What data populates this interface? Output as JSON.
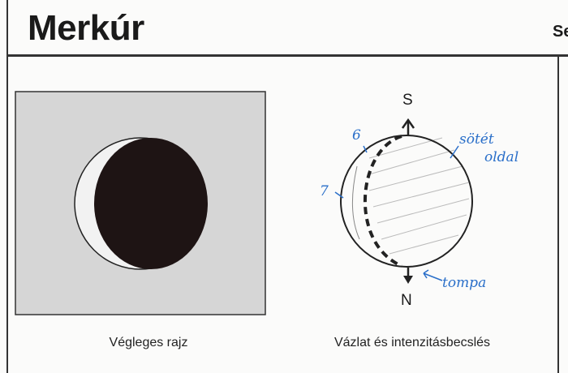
{
  "header": {
    "title": "Merkúr",
    "right_text_cut": "Se"
  },
  "panels": [
    {
      "caption": "Végleges rajz"
    },
    {
      "caption": "Vázlat és intenzitásbecslés",
      "direction_top": "S",
      "direction_bottom": "N",
      "annotations": {
        "point_6": "6",
        "point_7": "7",
        "dark_side_line1": "sötét",
        "dark_side_line2": "oldal",
        "blunt": "tompa"
      }
    }
  ],
  "colors": {
    "ink": "#1a1a1a",
    "handwriting": "#2a6fc9",
    "drawing_background": "#d6d6d6",
    "dark_side": "#1e1414"
  }
}
